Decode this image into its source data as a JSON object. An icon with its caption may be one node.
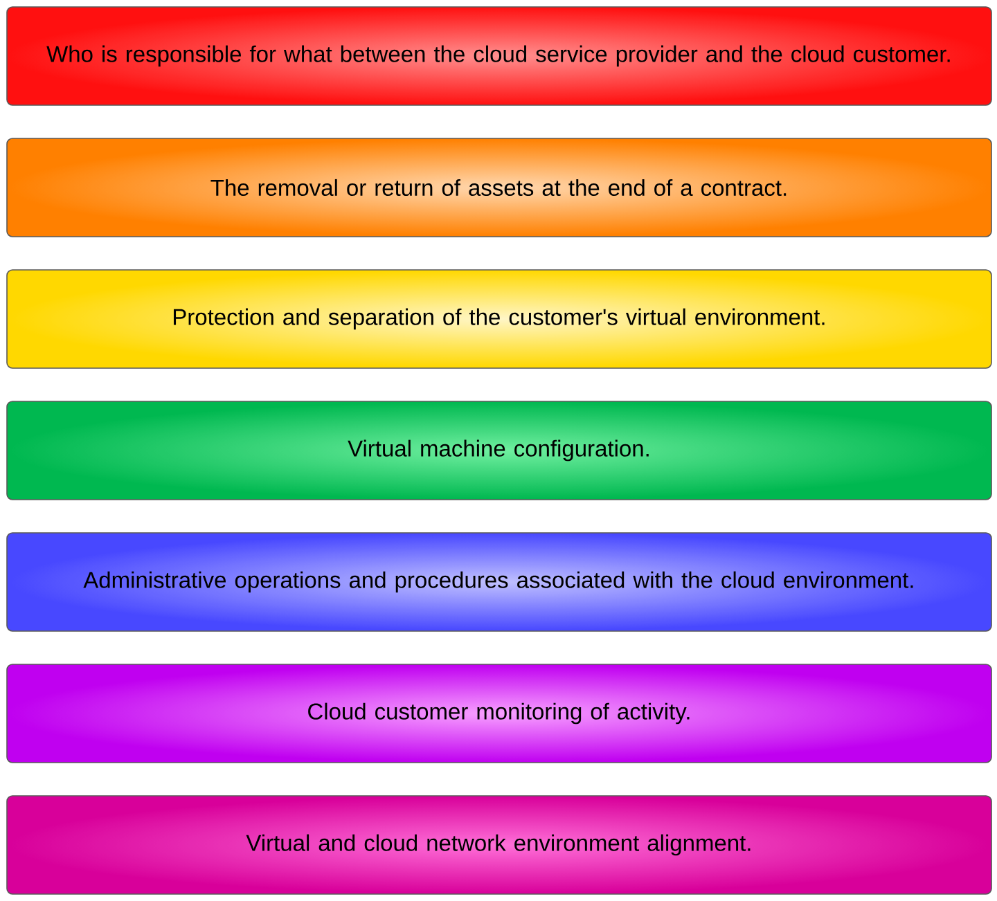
{
  "diagram": {
    "nodes": [
      {
        "text": [
          "Who is responsible for what between the cloud service provider and the cloud customer."
        ]
      },
      {
        "text": [
          "The removal or return of assets at the end of a contract."
        ]
      },
      {
        "text": [
          "Protection and separation of the customer's virtual environment."
        ]
      },
      {
        "text": [
          "Virtual machine configuration."
        ]
      },
      {
        "text": [
          "Administrative operations and procedures associated with the cloud environment."
        ]
      },
      {
        "text": [
          "Cloud customer monitoring of activity."
        ]
      },
      {
        "text": [
          "Virtual and cloud network environment alignment."
        ]
      }
    ]
  }
}
